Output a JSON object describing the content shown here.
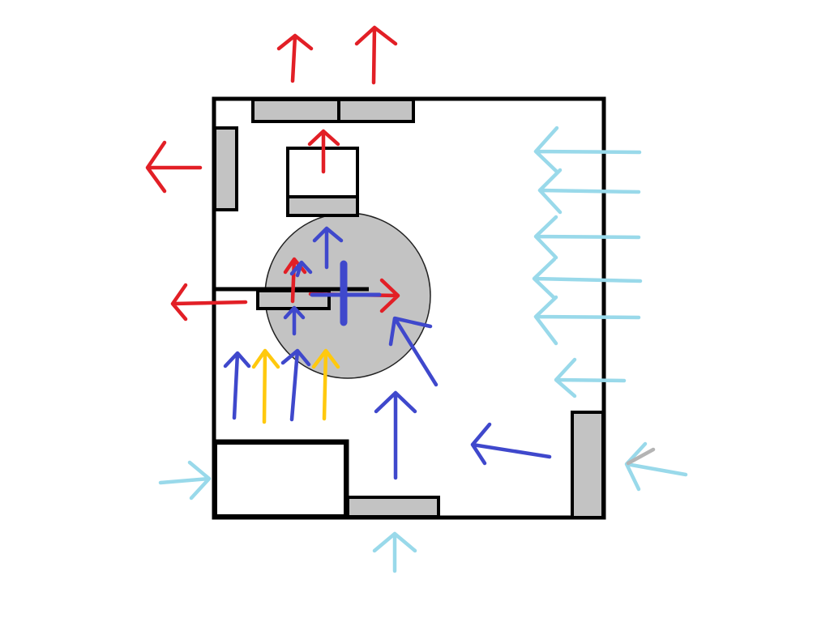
{
  "colors": {
    "background": "#ffffff",
    "wall": "#000000",
    "fixture_fill": "#c3c3c3",
    "circle_fill": "#c3c3c3",
    "circle_stroke": "#222222",
    "red": "#e21f26",
    "dark_blue": "#3f48cc",
    "light_blue": "#99d9ea",
    "yellow": "#ffc90e",
    "gray": "#b4b4b4"
  },
  "arrow_groups": {
    "red_outflow": "red",
    "dark_blue_interior": "dark_blue",
    "light_blue_inflow": "light_blue",
    "yellow_interior": "yellow",
    "gray_mark": "gray"
  },
  "icons": {
    "center_marker": "plus-cross-icon"
  }
}
